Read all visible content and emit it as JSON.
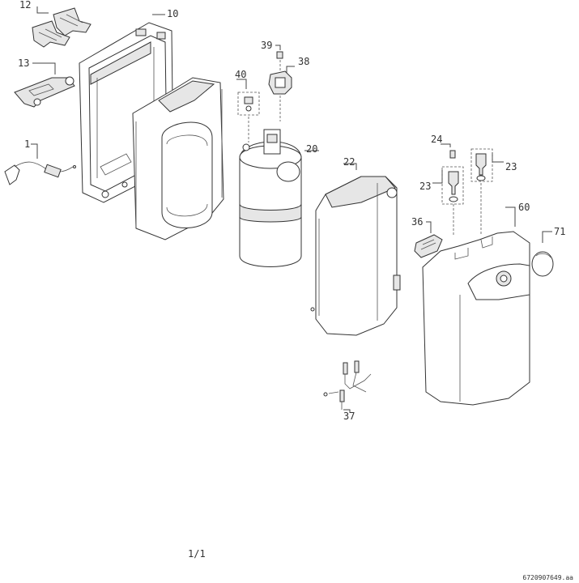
{
  "labels": {
    "p12": "12",
    "p10": "10",
    "p13": "13",
    "p1": "1",
    "p39": "39",
    "p38": "38",
    "p40": "40",
    "p20": "20",
    "p22": "22",
    "p24": "24",
    "p23a": "23",
    "p23b": "23",
    "p36": "36",
    "p60": "60",
    "p71": "71",
    "p37": "37"
  },
  "footer": {
    "page": "1/1",
    "doc_id": "6720907649.aa"
  }
}
